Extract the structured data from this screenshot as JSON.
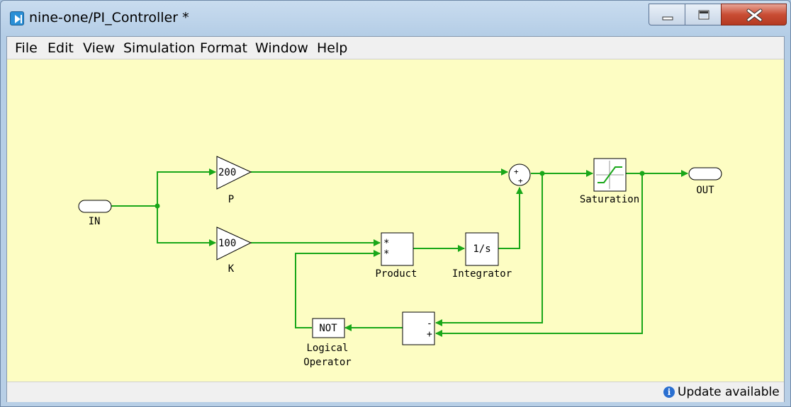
{
  "window": {
    "title": "nine-one/PI_Controller *",
    "icon": "play-arrow-icon"
  },
  "menu": {
    "items": [
      "File",
      "Edit",
      "View",
      "Simulation",
      "Format",
      "Window",
      "Help"
    ]
  },
  "diagram": {
    "background_color": "#fdfdc3",
    "line_color": "#19a719",
    "blocks": {
      "in_port": {
        "label": "IN"
      },
      "gain_p": {
        "value": "200",
        "label": "P"
      },
      "gain_k": {
        "value": "100",
        "label": "K"
      },
      "product": {
        "inputs": [
          "*",
          "*"
        ],
        "label": "Product"
      },
      "integrator": {
        "value": "1/s",
        "label": "Integrator"
      },
      "sum_top": {
        "signs": [
          "+",
          "+"
        ]
      },
      "saturation": {
        "label": "Saturation"
      },
      "out_port": {
        "label": "OUT"
      },
      "sum_bottom": {
        "signs": [
          "-",
          "+"
        ]
      },
      "logical_operator": {
        "value": "NOT",
        "label_line1": "Logical",
        "label_line2": "Operator"
      }
    }
  },
  "statusbar": {
    "icon": "info-icon",
    "text": "Update available"
  }
}
